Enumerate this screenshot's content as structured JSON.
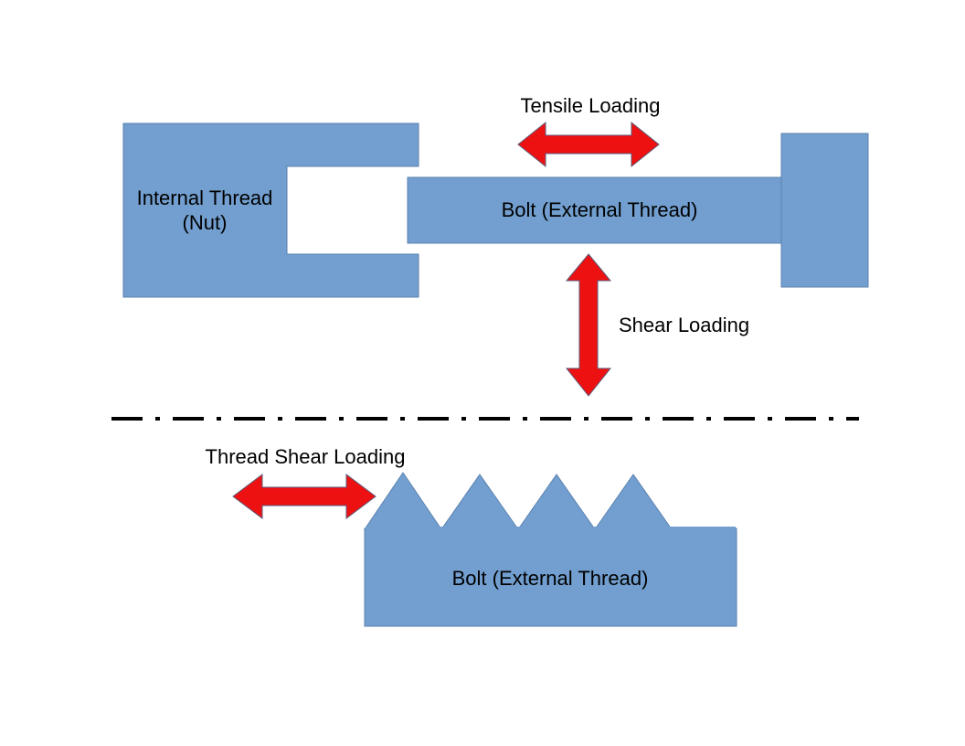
{
  "colors": {
    "part_fill": "#729fcf",
    "part_stroke": "#5b82b0",
    "arrow_fill": "#ee1111",
    "arrow_stroke": "#5a5a7a",
    "divider": "#000000",
    "background": "#ffffff"
  },
  "labels": {
    "nut_line1": "Internal Thread",
    "nut_line2": "(Nut)",
    "bolt_top": "Bolt (External Thread)",
    "tensile": "Tensile Loading",
    "shear": "Shear Loading",
    "thread_shear": "Thread Shear Loading",
    "bolt_bottom": "Bolt (External Thread)"
  },
  "thread_teeth_count": 4
}
